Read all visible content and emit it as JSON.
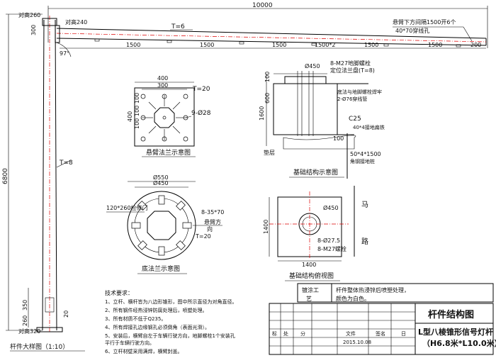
{
  "dims": {
    "top_total": "10000",
    "top_260": "对高260",
    "arm_240": "对高240",
    "d300": "300",
    "t6": "T=6",
    "seg1": "1500",
    "seg2": "1500",
    "seg3": "1500",
    "seg4": "1500*2",
    "seg5": "1500",
    "seg6": "1500",
    "seg_end": "200",
    "note_arm_1": "悬臂下方间隔1500开6个",
    "note_arm_2": "40*70穿线孔",
    "angle": "97°",
    "t8": "T=8",
    "pole_height": "6800",
    "d350": "350",
    "d260": "260",
    "d20": "20",
    "bottom_320": "对高320"
  },
  "arm_flange": {
    "w400": "400",
    "w300": "300",
    "t20": "T=20",
    "h100a": "100",
    "h100b": "100",
    "h100c": "100",
    "h400": "400",
    "holes": "9-Ø28",
    "caption": "悬臂法兰示意图"
  },
  "base_flange": {
    "d550": "Ø550",
    "d450": "Ø450",
    "door": "120*260检修门",
    "holes": "8-35*70",
    "arm_dir": "悬臂方",
    "dir2": "向",
    "t20": "T=20",
    "caption": "底法兰示意图"
  },
  "foundation": {
    "d450": "Ø450",
    "bolts": "8-M27地脚螺栓",
    "plate": "定位法兰盘(T=8)",
    "h100": "100",
    "h600": "600",
    "h1600": "1600",
    "weld": "底法与地脚螺栓焊牢",
    "pipe": "2-Ø76穿线管",
    "c25": "C25",
    "ground": "40*4接地扁铁",
    "d100": "100",
    "soil": "垫层",
    "angle": "50*4*1500",
    "angle2": "角钢接地桩",
    "caption": "基础结构示意图"
  },
  "plan": {
    "road1": "马",
    "road2": "路",
    "d450": "Ø450",
    "h1400": "1400",
    "w1400": "1400",
    "holes": "8-Ø27.5",
    "bolts": "8-M27螺栓",
    "caption": "基础结构俯视图"
  },
  "pole_caption": "杆件大样图（1:10）",
  "notes": {
    "title": "技术要求：",
    "items": [
      "1、立杆、横杆皆为八边形锥形，图中所示直径为对角直径。",
      "2、所有钢件经热浸锌防腐处理后，喷塑处理。",
      "3、所有材质不低于Q235。",
      "4、所有焊接孔边缘钢孔必须倒角（表面光滑）。",
      "5、安装后，横臂自左于车辆行驶方向，地脚螺栓1个安装孔",
      "   平行于车辆行驶方向。",
      "6、立杆材壁采用满焊，横臂封盖。"
    ]
  },
  "coating": {
    "label": "镀涂工",
    "label2": "艺",
    "text1": "杆件整体热浸锌后喷塑处理，",
    "text2": "颜色为白色。"
  },
  "titleblock": {
    "title": "杆件结构图",
    "name1": "L型八棱锥形信号灯杆",
    "name2": "（H6.8米*L10.0米）",
    "col_a": "标",
    "col_b": "处",
    "col_c": "分",
    "col_d": "文件",
    "col_e": "签名",
    "col_f": "日",
    "date": "2015.10.08"
  }
}
